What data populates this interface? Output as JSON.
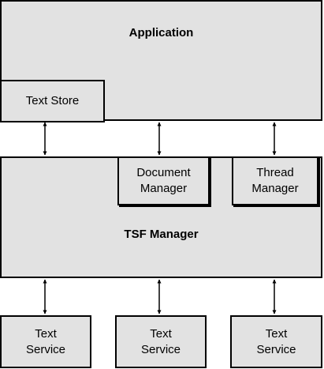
{
  "application": {
    "title": "Application",
    "text_store": "Text Store"
  },
  "tsf_manager": {
    "title": "TSF Manager",
    "document_manager": [
      "Document",
      "Manager"
    ],
    "thread_manager": [
      "Thread",
      "Manager"
    ]
  },
  "text_services": [
    [
      "Text",
      "Service"
    ],
    [
      "Text",
      "Service"
    ],
    [
      "Text",
      "Service"
    ]
  ],
  "colors": {
    "box_fill": "#e2e2e2",
    "line": "#000000"
  }
}
